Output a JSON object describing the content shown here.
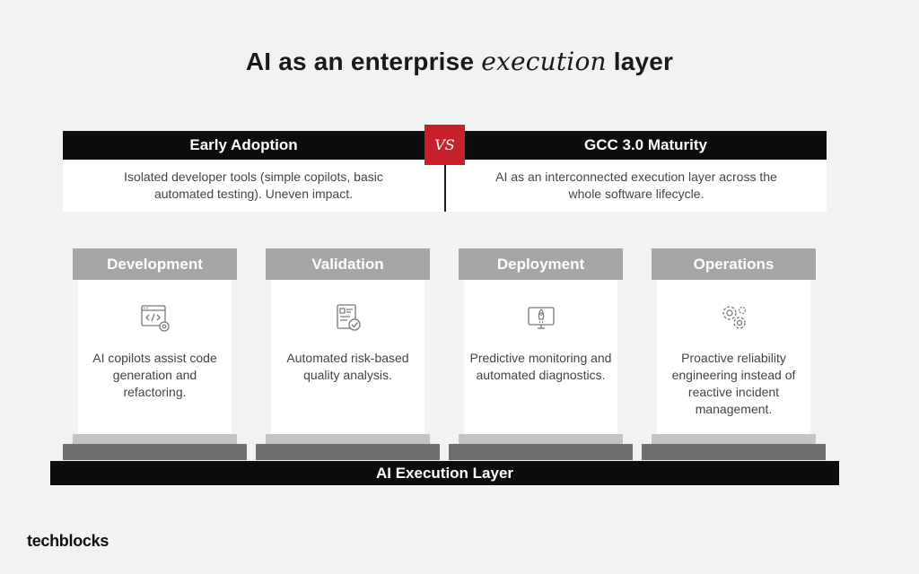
{
  "title": {
    "prefix": "AI as an enterprise ",
    "emphasis": "execution",
    "suffix": " layer"
  },
  "comparison": {
    "left": {
      "heading": "Early Adoption",
      "text": "Isolated developer tools (simple copilots, basic automated testing). Uneven impact."
    },
    "vs_label": "VS",
    "right": {
      "heading": "GCC 3.0 Maturity",
      "text": "AI as an interconnected execution layer across the whole software lifecycle."
    }
  },
  "pillars": [
    {
      "title": "Development",
      "icon": "code-window-gear-icon",
      "text": "AI copilots assist code generation and refactoring."
    },
    {
      "title": "Validation",
      "icon": "checklist-document-icon",
      "text": "Automated risk-based quality analysis."
    },
    {
      "title": "Deployment",
      "icon": "rocket-monitor-icon",
      "text": "Predictive monitoring and automated diagnostics."
    },
    {
      "title": "Operations",
      "icon": "gears-icon",
      "text": "Proactive reliability engineering instead of reactive incident management."
    }
  ],
  "base_label": "AI Execution Layer",
  "logo": "techblocks",
  "colors": {
    "accent": "#c8202a",
    "dark": "#0d0d0d",
    "pillar_cap": "#a6a6a6",
    "background": "#f2f2f2"
  }
}
